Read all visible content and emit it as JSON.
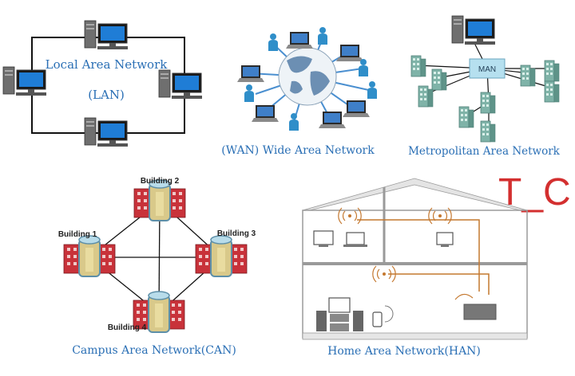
{
  "panels": {
    "lan": {
      "label_line1": "Local Area Network",
      "label_line2": "(LAN)"
    },
    "wan": {
      "label": "(WAN) Wide Area Network"
    },
    "man": {
      "label": "Metropolitan Area Network",
      "hub_label": "MAN"
    },
    "can": {
      "label": "Campus Area Network(CAN)",
      "buildings": [
        "Building 1",
        "Building 2",
        "Building 3",
        "Building 4"
      ]
    },
    "han": {
      "label": "Home Area Network(HAN)"
    }
  },
  "watermark": {
    "text": "T_C",
    "color": "#d32f2f"
  },
  "colors": {
    "label_blue": "#2a6fb5",
    "han_link": "#c4782f",
    "man_building": "#7fb3a8"
  },
  "icons": [
    "desktop-computer-icon",
    "globe-icon",
    "laptop-icon",
    "person-icon",
    "office-building-icon",
    "campus-building-icon",
    "wifi-signal-icon",
    "house-icon"
  ]
}
